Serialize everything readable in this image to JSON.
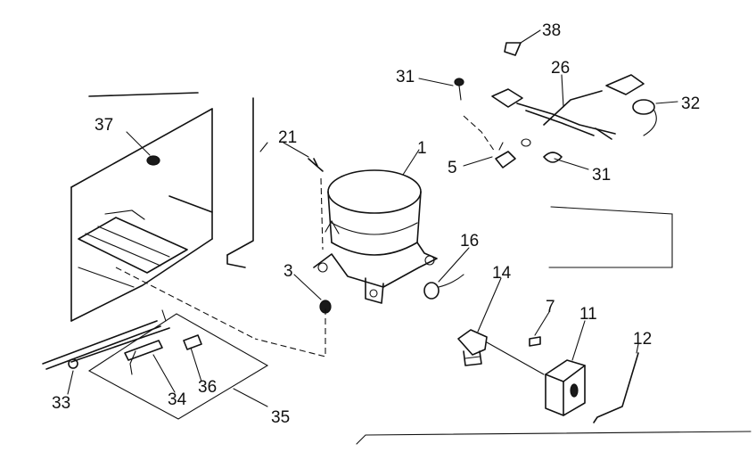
{
  "callouts": [
    {
      "id": "1",
      "text": "1"
    },
    {
      "id": "3",
      "text": "3"
    },
    {
      "id": "5",
      "text": "5"
    },
    {
      "id": "7",
      "text": "7"
    },
    {
      "id": "11",
      "text": "11"
    },
    {
      "id": "12",
      "text": "12"
    },
    {
      "id": "14",
      "text": "14"
    },
    {
      "id": "16",
      "text": "16"
    },
    {
      "id": "21",
      "text": "21"
    },
    {
      "id": "26",
      "text": "26"
    },
    {
      "id": "31a",
      "text": "31"
    },
    {
      "id": "31b",
      "text": "31"
    },
    {
      "id": "32",
      "text": "32"
    },
    {
      "id": "33",
      "text": "33"
    },
    {
      "id": "34",
      "text": "34"
    },
    {
      "id": "35",
      "text": "35"
    },
    {
      "id": "36",
      "text": "36"
    },
    {
      "id": "37",
      "text": "37"
    },
    {
      "id": "38",
      "text": "38"
    }
  ]
}
